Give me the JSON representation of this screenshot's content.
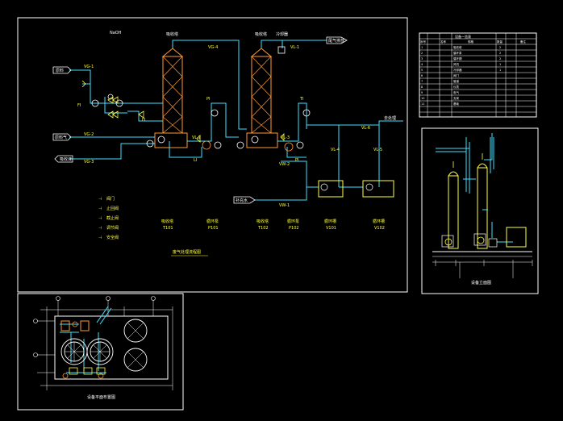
{
  "main_flow": {
    "title": "废气处理流程图",
    "streams": {
      "top_left_inlet": "原料",
      "left_inlet_upper": "NaOH",
      "left_inlet_mid": "原料气",
      "left_outlet": "吸收液",
      "bottom_inlet": "补充水",
      "top_right_outlet": "尾气排放",
      "right_outlet": "去处理"
    },
    "equipment_tags": {
      "tower1_top": "吸收塔",
      "tower2_top": "吸收塔",
      "hx_top": "冷却器"
    },
    "line_labels": {
      "l1": "VG-1",
      "l2": "VG-2",
      "l3": "VG-3",
      "l4": "VG-4",
      "l5": "VL-1",
      "l6": "VL-2",
      "l7": "VL-3",
      "l8": "VL-4",
      "l9": "VL-5",
      "l10": "VL-6",
      "l11": "VW-1",
      "l12": "VW-2"
    },
    "instrument_labels": {
      "i1": "FI",
      "i2": "FI",
      "i3": "PI",
      "i4": "TI",
      "i5": "LI",
      "i6": "PI"
    },
    "legend": [
      {
        "symbol": "⊣",
        "label": "阀门"
      },
      {
        "symbol": "⊣",
        "label": "止回阀"
      },
      {
        "symbol": "⊣",
        "label": "截止阀"
      },
      {
        "symbol": "⊣",
        "label": "调节阀"
      },
      {
        "symbol": "⊣",
        "label": "安全阀"
      }
    ],
    "equipment_list": [
      {
        "name": "吸收塔",
        "tag": "T101"
      },
      {
        "name": "循环泵",
        "tag": "P101"
      },
      {
        "name": "吸收塔",
        "tag": "T102"
      },
      {
        "name": "循环泵",
        "tag": "P102"
      },
      {
        "name": "循环槽",
        "tag": "V101"
      },
      {
        "name": "循环槽",
        "tag": "V102"
      }
    ]
  },
  "parts_table": {
    "title": "设备一览表",
    "header": [
      "序号",
      "名称",
      "规格",
      "数量",
      "备注"
    ],
    "rows": [
      [
        "1",
        "吸收塔",
        "",
        "2",
        ""
      ],
      [
        "2",
        "循环泵",
        "",
        "2",
        ""
      ],
      [
        "3",
        "循环槽",
        "",
        "2",
        ""
      ],
      [
        "4",
        "风机",
        "",
        "1",
        ""
      ],
      [
        "5",
        "冷却器",
        "",
        "1",
        ""
      ],
      [
        "6",
        "阀门",
        "",
        "",
        ""
      ],
      [
        "7",
        "管道",
        "",
        "",
        ""
      ],
      [
        "8",
        "仪表",
        "",
        "",
        ""
      ],
      [
        "9",
        "电气",
        "",
        "",
        ""
      ],
      [
        "10",
        "支架",
        "",
        "",
        ""
      ],
      [
        "11",
        "基础",
        "",
        "",
        ""
      ]
    ]
  },
  "elevation": {
    "title": "设备立面图"
  },
  "plan": {
    "title": "设备平面布置图"
  },
  "colors": {
    "frame": "#ffffff",
    "pipe": "#40e0ff",
    "equipment": "#ff9933",
    "text": "#ffff40",
    "tank": "#ffff40"
  }
}
